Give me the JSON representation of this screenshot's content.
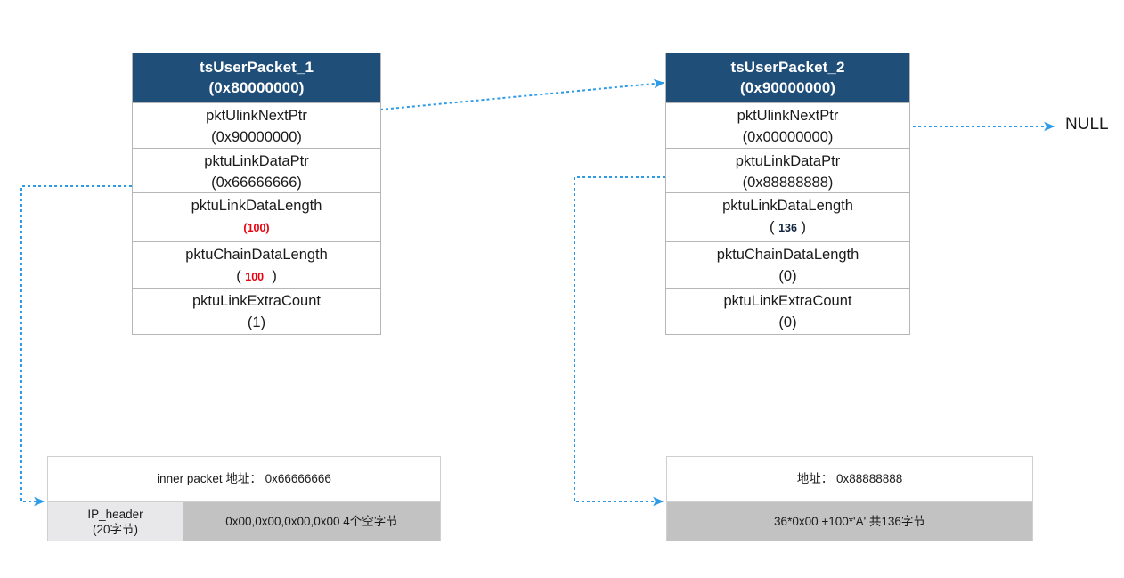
{
  "diagram": {
    "title": "tsUserPacket chain memory layout",
    "accent_header_color": "#1F4E79",
    "wire_color": "#2E9BE6",
    "highlight_red": "#e8000d",
    "null_label": "NULL"
  },
  "structs": [
    {
      "id": "packet1",
      "name": "tsUserPacket_1",
      "address": "(0x80000000)",
      "rows": [
        {
          "field": "pktUlinkNextPtr",
          "value": "(0x90000000)",
          "style": "plain"
        },
        {
          "field": "pktuLinkDataPtr",
          "value": "(0x66666666)",
          "style": "plain"
        },
        {
          "field": "pktuLinkDataLength",
          "value": "(100)",
          "style": "red",
          "number": "100"
        },
        {
          "field": "pktuChainDataLength",
          "value": "( 100  )",
          "style": "red-spaced",
          "number": "100"
        },
        {
          "field": "pktuLinkExtraCount",
          "value": "(1)",
          "style": "plain"
        }
      ]
    },
    {
      "id": "packet2",
      "name": "tsUserPacket_2",
      "address": "(0x90000000)",
      "rows": [
        {
          "field": "pktUlinkNextPtr",
          "value": "(0x00000000)",
          "style": "plain"
        },
        {
          "field": "pktuLinkDataPtr",
          "value": "(0x88888888)",
          "style": "plain"
        },
        {
          "field": "pktuLinkDataLength",
          "value": "( 136 )",
          "style": "dark-spaced",
          "number": "136"
        },
        {
          "field": "pktuChainDataLength",
          "value": "(0)",
          "style": "plain"
        },
        {
          "field": "pktuLinkExtraCount",
          "value": "(0)",
          "style": "plain"
        }
      ]
    }
  ],
  "memory_blocks": [
    {
      "id": "mem1",
      "title": "inner packet 地址： 0x66666666",
      "cells": [
        {
          "label_line1": "IP_header",
          "label_line2": "(20字节)",
          "shade": "light"
        },
        {
          "label_line1": "0x00,0x00,0x00,0x00 4个空字节",
          "label_line2": "",
          "shade": "dark"
        }
      ]
    },
    {
      "id": "mem2",
      "title": "地址： 0x88888888",
      "cells": [
        {
          "label_line1": "36*0x00 +100*'A' 共136字节",
          "label_line2": "",
          "shade": "dark"
        }
      ]
    }
  ],
  "connectors": [
    {
      "id": "next-ptr-1-to-packet2",
      "from": "packet1.pktUlinkNextPtr",
      "to": "packet2.header"
    },
    {
      "id": "next-ptr-2-to-null",
      "from": "packet2.pktUlinkNextPtr",
      "to": "NULL"
    },
    {
      "id": "data-ptr-1-to-mem1",
      "from": "packet1.pktuLinkDataPtr",
      "to": "mem1"
    },
    {
      "id": "data-ptr-2-to-mem2",
      "from": "packet2.pktuLinkDataPtr",
      "to": "mem2"
    }
  ]
}
